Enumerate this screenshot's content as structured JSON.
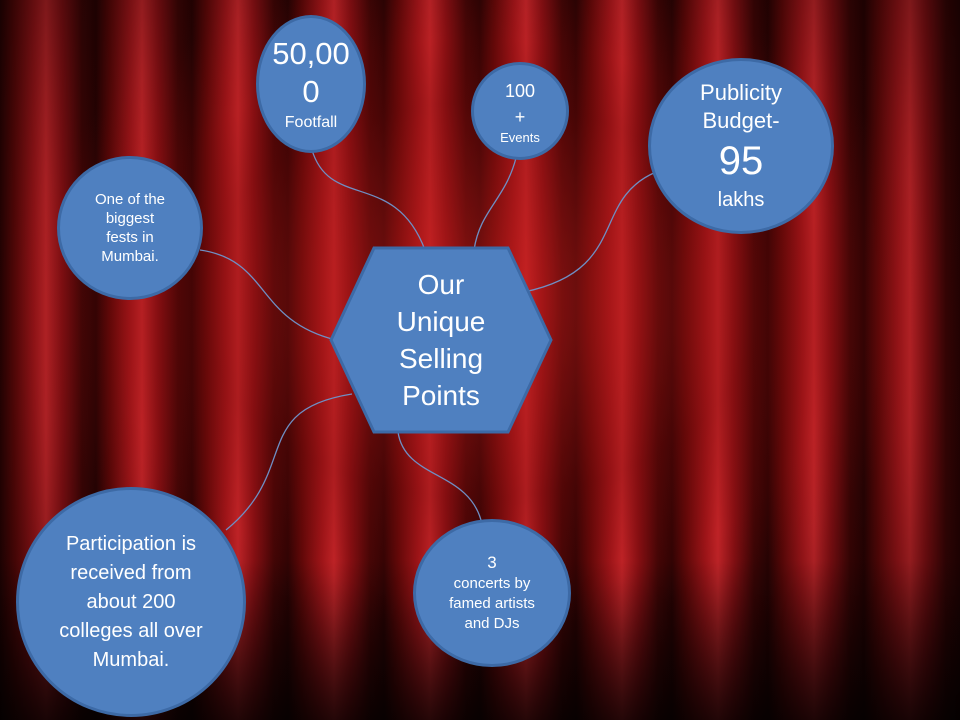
{
  "center": {
    "text": "Our Unique Selling Points"
  },
  "nodes": {
    "footfall": {
      "value": "50,000",
      "label": "Footfall"
    },
    "events": {
      "value": "100 +",
      "label": "Events"
    },
    "publicity": {
      "line1": "Publicity",
      "line2": "Budget-",
      "value": "95",
      "label": "lakhs"
    },
    "biggest": {
      "text": "One of the biggest fests in Mumbai."
    },
    "participation": {
      "text": "Participation is received from about 200 colleges all over Mumbai."
    },
    "concerts": {
      "value": "3",
      "label": "concerts by famed artists and DJs"
    }
  },
  "colors": {
    "node_fill": "#4f80c0",
    "node_border": "#3d6aa6",
    "connector": "#6f8fc4",
    "background": "#8a1014"
  }
}
